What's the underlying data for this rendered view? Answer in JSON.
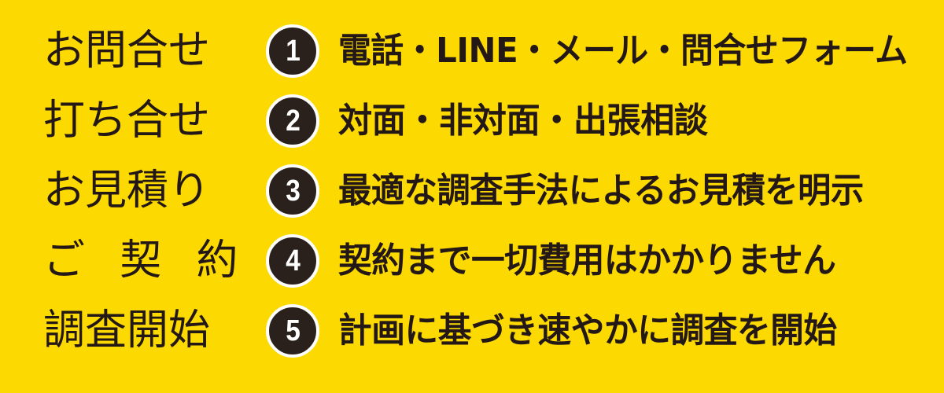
{
  "theme": {
    "background_color": "#FCD900",
    "text_color": "#231815",
    "badge_fill_color": "#2B211C",
    "badge_ring_color": "#FFFFFF",
    "badge_number_color": "#FFFFFF"
  },
  "flow": {
    "steps": [
      {
        "number": "1",
        "stage": "お問合せ",
        "description": "電話・LINE・メール・問合せフォーム"
      },
      {
        "number": "2",
        "stage": "打ち合せ",
        "description": "対面・非対面・出張相談"
      },
      {
        "number": "3",
        "stage": "お見積り",
        "description": "最適な調査手法によるお見積を明示"
      },
      {
        "number": "4",
        "stage": "ご契約",
        "description": "契約まで一切費用はかかりません"
      },
      {
        "number": "5",
        "stage": "調査開始",
        "description": "計画に基づき速やかに調査を開始"
      }
    ]
  }
}
